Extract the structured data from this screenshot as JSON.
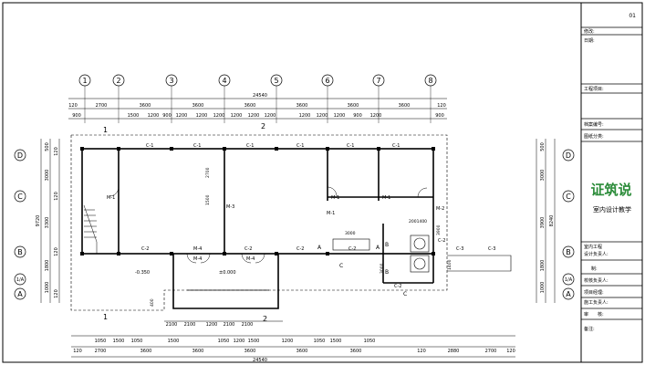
{
  "sheet": {
    "number": "01"
  },
  "title_block": {
    "rows": [
      "修改:",
      "日期:",
      "工程项目:",
      "档案编号:",
      "图纸分类:"
    ],
    "logo_text": "证筑说",
    "org_name": "室内设计教学",
    "lower_rows": [
      "室内工程",
      "设计负责人:",
      "制:",
      "校核负责人:",
      "项目经理:",
      "施工负责人:",
      "审　　核:",
      "备注:"
    ]
  },
  "grid": {
    "columns": [
      "1",
      "2",
      "3",
      "4",
      "5",
      "6",
      "7",
      "8"
    ],
    "rows": [
      "D",
      "C",
      "B",
      "1/A",
      "A"
    ]
  },
  "dims": {
    "top_overall": "24540",
    "top_bays": [
      "2700",
      "3600",
      "3600",
      "3600",
      "3600",
      "3600",
      "3600"
    ],
    "top_detail": [
      "900",
      "1500",
      "1200",
      "900",
      "1200",
      "1200",
      "1200",
      "1200",
      "1200",
      "1200",
      "1200",
      "1200",
      "1200",
      "900",
      "1200",
      "900"
    ],
    "top_left": "120",
    "top_right": "120",
    "left_outer": [
      "500",
      "3000",
      "3300",
      "1800",
      "1000"
    ],
    "left_total": "9720",
    "left_inner": [
      "120",
      "120",
      "120",
      "120"
    ],
    "right_outer": [
      "500",
      "3000",
      "3900",
      "1800",
      "1000"
    ],
    "right_total": "8240",
    "bottom_overall": "24540",
    "bottom_bays": [
      "2700",
      "3600",
      "3600",
      "3600",
      "3600",
      "3600",
      "120",
      "2880",
      "2700"
    ],
    "bottom_detail": [
      "1050",
      "1500",
      "1050",
      "1500",
      "1050",
      "1200",
      "1500",
      "1200",
      "1050",
      "1500",
      "1050"
    ],
    "bottom_small": [
      "2100",
      "2100",
      "2100",
      "2100"
    ],
    "bottom_small_mid": "1200",
    "bottom_left": "120",
    "bottom_right": "120",
    "misc": [
      "3000",
      "2001400",
      "3900",
      "3000",
      "400",
      "1400",
      "2700",
      "1500"
    ]
  },
  "labels": {
    "windows": [
      "C-1",
      "C-1",
      "C-1",
      "C-1",
      "C-1",
      "C-1",
      "C-2",
      "C-2",
      "C-2",
      "C-2",
      "C-3",
      "C-3",
      "C-2",
      "C-2"
    ],
    "doors": [
      "M-1",
      "M-1",
      "M-1",
      "M-1",
      "M-2",
      "M-3",
      "M-4",
      "M-4",
      "M-4"
    ],
    "levels": [
      "-0.350",
      "±0.000"
    ],
    "sections": [
      "1",
      "1",
      "2",
      "2"
    ],
    "section_letters": [
      "A",
      "A",
      "B",
      "B",
      "C",
      "C"
    ]
  }
}
